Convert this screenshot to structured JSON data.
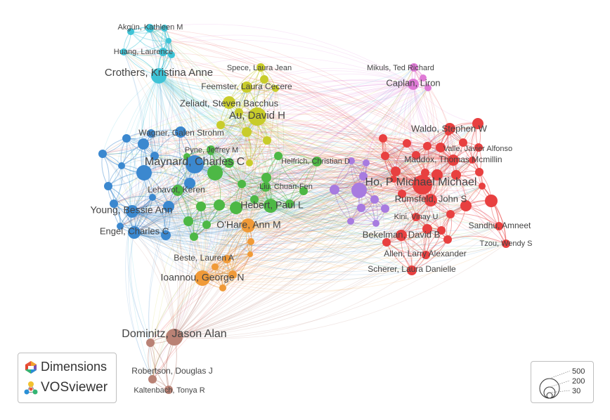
{
  "branding": {
    "dimensions_label": "Dimensions",
    "vosviewer_label": "VOSviewer"
  },
  "size_legend": {
    "values": [
      "500",
      "200",
      "30"
    ]
  },
  "colors": {
    "cyan": "#3ec3d6",
    "yellow": "#c8cc2a",
    "blue": "#3b88cf",
    "green": "#4db845",
    "red": "#e84040",
    "purple": "#a77be0",
    "orange": "#f09a38",
    "pink": "#df7ad6",
    "brown": "#b98275",
    "label": "#444444"
  },
  "nodes": [
    {
      "id": "akgun",
      "label": "Akgün, Kathleen M",
      "cluster": "cyan",
      "weight": 2
    },
    {
      "id": "huang",
      "label": "Huang, Laurence",
      "cluster": "cyan",
      "weight": 2
    },
    {
      "id": "crothers",
      "label": "Crothers, Kristina Anne",
      "cluster": "cyan",
      "weight": 5
    },
    {
      "id": "spece",
      "label": "Spece, Laura Jean",
      "cluster": "yellow",
      "weight": 2
    },
    {
      "id": "feemster",
      "label": "Feemster, Laura Cecere",
      "cluster": "yellow",
      "weight": 2
    },
    {
      "id": "zeliadt",
      "label": "Zeliadt, Steven Bacchus",
      "cluster": "yellow",
      "weight": 3
    },
    {
      "id": "au",
      "label": "Au, David H",
      "cluster": "yellow",
      "weight": 5
    },
    {
      "id": "wagner",
      "label": "Wagner, Galen Strohm",
      "cluster": "blue",
      "weight": 2
    },
    {
      "id": "pyne",
      "label": "Pyne, Jeffrey M",
      "cluster": "green",
      "weight": 2
    },
    {
      "id": "maynard",
      "label": "Maynard, Charles C",
      "cluster": "blue",
      "weight": 5
    },
    {
      "id": "helfrich",
      "label": "Helfrich, Christian D",
      "cluster": "green",
      "weight": 2
    },
    {
      "id": "lehavot",
      "label": "Lehavot, Keren",
      "cluster": "green",
      "weight": 2
    },
    {
      "id": "liu",
      "label": "Liu, Chuan-Fen",
      "cluster": "green",
      "weight": 2
    },
    {
      "id": "hebert",
      "label": "Hebert, Paul L",
      "cluster": "green",
      "weight": 4
    },
    {
      "id": "young",
      "label": "Young, Bessie Ann",
      "cluster": "blue",
      "weight": 3
    },
    {
      "id": "ohare",
      "label": "O'Hare, Ann M",
      "cluster": "orange",
      "weight": 3
    },
    {
      "id": "engel",
      "label": "Engel, Charles C",
      "cluster": "blue",
      "weight": 3
    },
    {
      "id": "beste",
      "label": "Beste, Lauren A",
      "cluster": "orange",
      "weight": 2
    },
    {
      "id": "ioannou",
      "label": "Ioannou, George N",
      "cluster": "orange",
      "weight": 4
    },
    {
      "id": "dominitz",
      "label": "Dominitz, Jason Alan",
      "cluster": "brown",
      "weight": 5
    },
    {
      "id": "robertson",
      "label": "Robertson, Douglas J",
      "cluster": "brown",
      "weight": 2
    },
    {
      "id": "kaltenbach",
      "label": "Kaltenbach, Tonya R",
      "cluster": "brown",
      "weight": 2
    },
    {
      "id": "mikuls",
      "label": "Mikuls, Ted Richard",
      "cluster": "pink",
      "weight": 2
    },
    {
      "id": "caplan",
      "label": "Caplan, Liron",
      "cluster": "pink",
      "weight": 3
    },
    {
      "id": "waldo",
      "label": "Waldo, Stephen W",
      "cluster": "red",
      "weight": 3
    },
    {
      "id": "valle",
      "label": "Valle, Javier Alfonso",
      "cluster": "red",
      "weight": 2
    },
    {
      "id": "maddox",
      "label": "Maddox, Thomas Mcmillin",
      "cluster": "red",
      "weight": 3
    },
    {
      "id": "ho",
      "label": "Ho, P Michael Michael",
      "cluster": "red",
      "weight": 6
    },
    {
      "id": "rumsfeld",
      "label": "Rumsfeld, John S",
      "cluster": "red",
      "weight": 3
    },
    {
      "id": "kini",
      "label": "Kini, Vinay U",
      "cluster": "red",
      "weight": 2
    },
    {
      "id": "sandhu",
      "label": "Sandhu, Amneet",
      "cluster": "red",
      "weight": 2
    },
    {
      "id": "bekelman",
      "label": "Bekelman, David B",
      "cluster": "red",
      "weight": 3
    },
    {
      "id": "tzou",
      "label": "Tzou, Wendy S",
      "cluster": "red",
      "weight": 2
    },
    {
      "id": "allen",
      "label": "Allen, Larry Alexander",
      "cluster": "red",
      "weight": 2
    },
    {
      "id": "scherer",
      "label": "Scherer, Laura Danielle",
      "cluster": "red",
      "weight": 2
    }
  ]
}
